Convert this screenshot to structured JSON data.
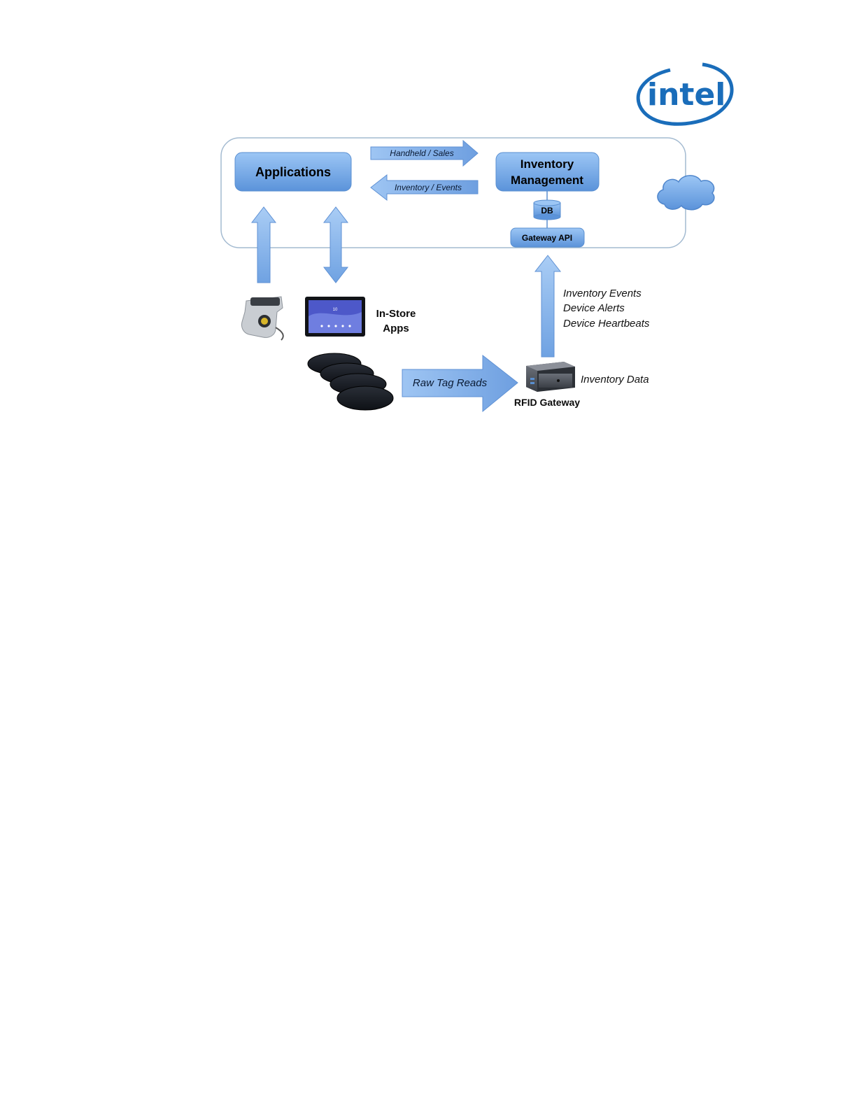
{
  "logo": {
    "text": "intel",
    "color": "#1a6dba"
  },
  "colors": {
    "box_fill": "#6aa3e6",
    "arrow_fill": "#8ab7ee",
    "container_stroke": "#9fb6cc"
  },
  "boxes": {
    "applications": "Applications",
    "inventory_management": [
      "Inventory",
      "Management"
    ],
    "db": "DB",
    "gateway_api": "Gateway API"
  },
  "arrows": {
    "handheld_sales": "Handheld / Sales",
    "inventory_events": "Inventory / Events",
    "raw_tag_reads": "Raw Tag Reads"
  },
  "labels": {
    "in_store_apps": [
      "In-Store",
      "Apps"
    ],
    "gateway_messages": [
      "Inventory Events",
      "Device Alerts",
      "Device Heartbeats"
    ],
    "inventory_data": "Inventory Data",
    "rfid_gateway": "RFID Gateway"
  },
  "icons": [
    "cloud-icon",
    "handheld-scanner-icon",
    "tablet-icon",
    "rfid-reader-icon",
    "gateway-device-icon"
  ]
}
